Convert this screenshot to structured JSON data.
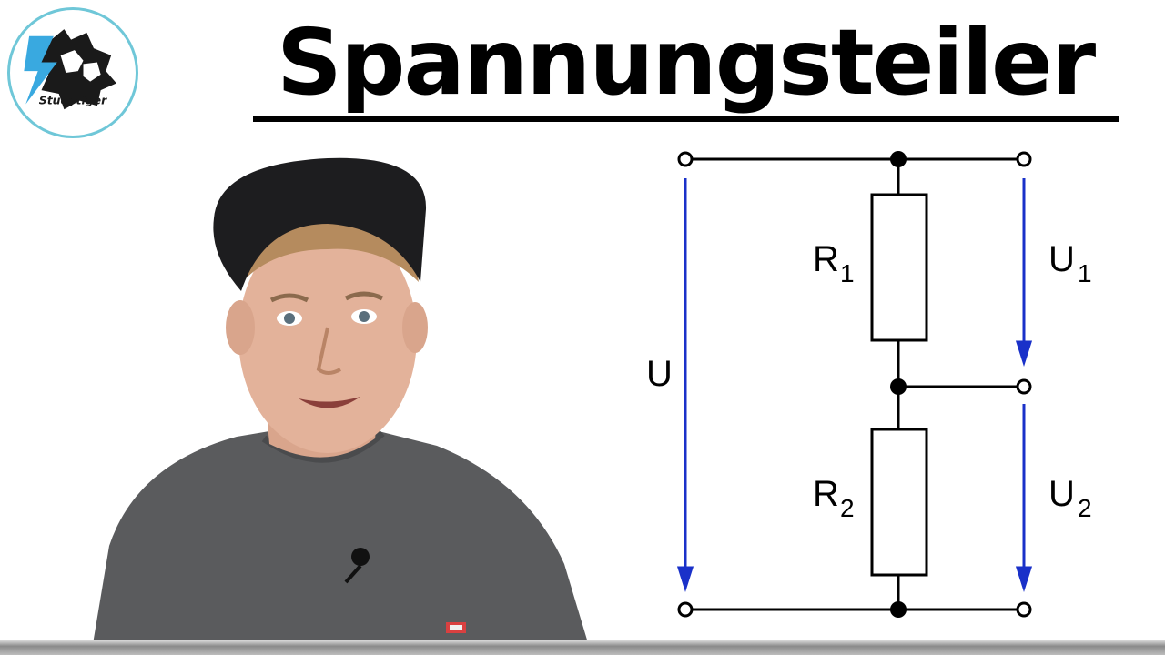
{
  "title": "Spannungsteiler",
  "logo": {
    "text": "Studytiger",
    "accent": "#39a9e0",
    "ring": "#6fc7d8"
  },
  "circuit": {
    "labels": {
      "U": "U",
      "R1": "R",
      "R1_sub": "1",
      "R2": "R",
      "R2_sub": "2",
      "U1": "U",
      "U1_sub": "1",
      "U2": "U",
      "U2_sub": "2"
    },
    "wire_color": "#000000",
    "arrow_color": "#1a31c9"
  },
  "presenter": {
    "shirt_color": "#5b5c5e",
    "cap_color": "#1c1c1e"
  }
}
